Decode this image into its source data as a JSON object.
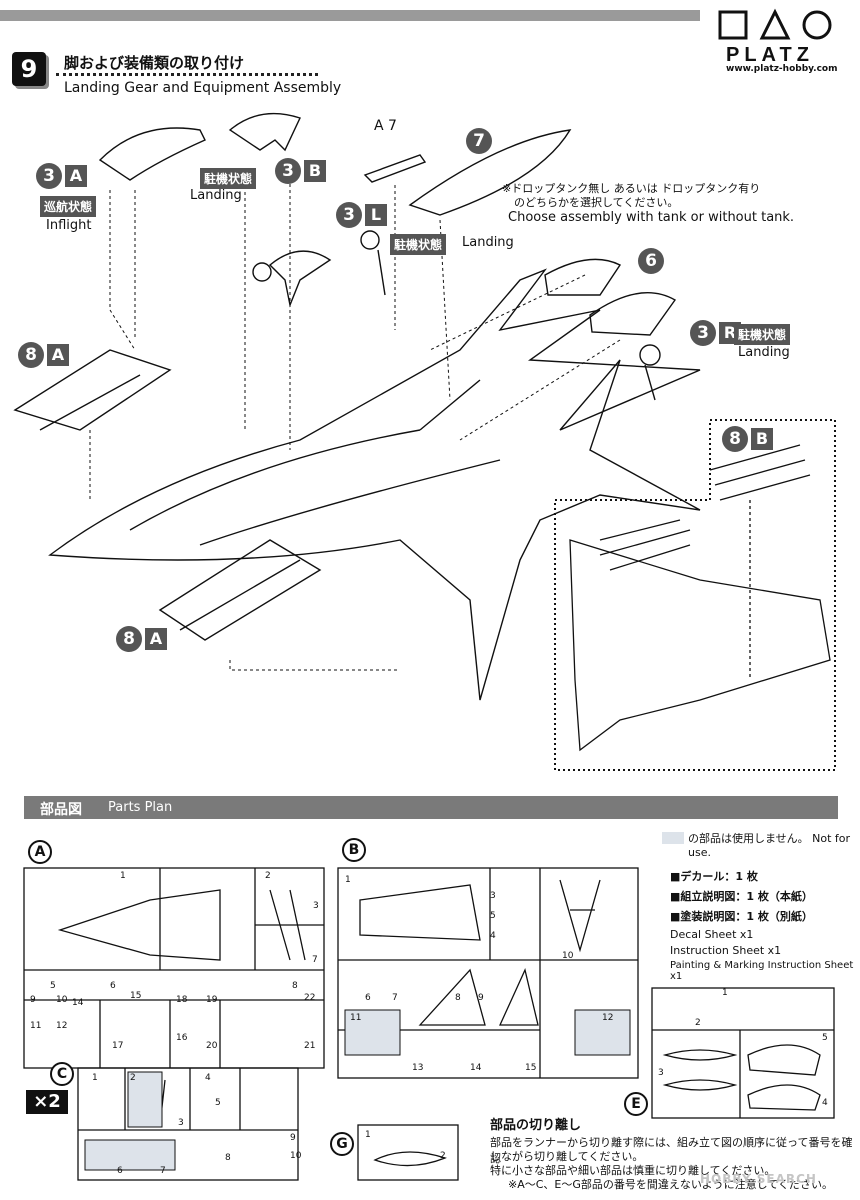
{
  "step": {
    "number": "9",
    "title_jp": "脚および装備類の取り付け",
    "title_en": "Landing Gear and Equipment Assembly"
  },
  "brand": {
    "name": "PLATZ",
    "url": "www.platz-hobby.com"
  },
  "labels": {
    "l3a_num": "3",
    "l3a_letter": "A",
    "l3a_tag": "巡航状態",
    "l3a_en": "Inflight",
    "l3b_num": "3",
    "l3b_letter": "B",
    "l3b_tag": "駐機状態",
    "l3b_en": "Landing",
    "l3l_num": "3",
    "l3l_letter": "L",
    "l3l_tag": "駐機状態",
    "l3l_en": "Landing",
    "l3r_num": "3",
    "l3r_letter": "R",
    "l3r_tag": "駐機状態",
    "l3r_en": "Landing",
    "a7": "A 7",
    "n7": "7",
    "n6": "6",
    "l8a_top_num": "8",
    "l8a_top_letter": "A",
    "l8a_bot_num": "8",
    "l8a_bot_letter": "A",
    "l8b_num": "8",
    "l8b_letter": "B"
  },
  "note": {
    "jp1": "※ドロップタンク無し あるいは ドロップタンク有り",
    "jp2": "のどちらかを選択してください。",
    "en": "Choose assembly with tank or without tank."
  },
  "parts_plan": {
    "title_jp": "部品図",
    "title_en": "Parts Plan",
    "not_for_use": "の部品は使用しません。 Not for use.",
    "sheets": [
      "A",
      "B",
      "C",
      "G",
      "E"
    ],
    "x2": "×2",
    "contents_jp": [
      "■デカール：1 枚",
      "■組立説明図：1 枚（本紙）",
      "■塗装説明図：1 枚（別紙）"
    ],
    "contents_en": [
      "Decal Sheet x1",
      "Instruction Sheet x1",
      "Painting & Marking Instruction Sheet x1"
    ]
  },
  "cutting": {
    "title": "部品の切り離し",
    "line1": "部品をランナーから切り離す際には、組み立て図の順序に従って番号を確認",
    "line2": "しながら切り離してください。",
    "line3": "特に小さな部品や細い部品は慎重に切り離してください。",
    "line4": "※A～C、E～G部品の番号を間違えないように注意してください。"
  },
  "watermark": "HOBBY SEARCH"
}
